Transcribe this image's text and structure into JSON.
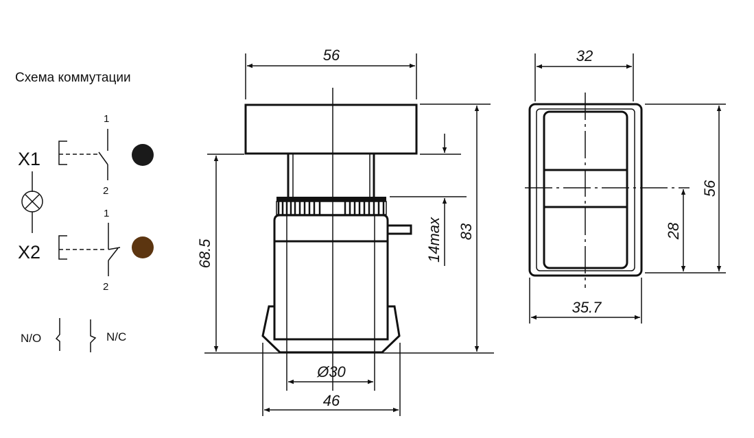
{
  "schematic": {
    "title": "Схема коммутации",
    "x1_label": "X1",
    "x2_label": "X2",
    "pin_top_1": "1",
    "pin_bottom_1": "2",
    "pin_top_2": "1",
    "pin_bottom_2": "2",
    "no_label": "N/O",
    "nc_label": "N/C",
    "dot_colors": {
      "x1": "#1a1a1a",
      "x2": "#5c3510"
    }
  },
  "front_view": {
    "width_top": "56",
    "height_body": "68.5",
    "stroke_max": "14max",
    "height_total": "83",
    "diameter": "Ø30",
    "width_base": "46"
  },
  "side_view": {
    "width_top": "32",
    "height": "56",
    "mid_height": "28",
    "width_bottom": "35.7"
  }
}
